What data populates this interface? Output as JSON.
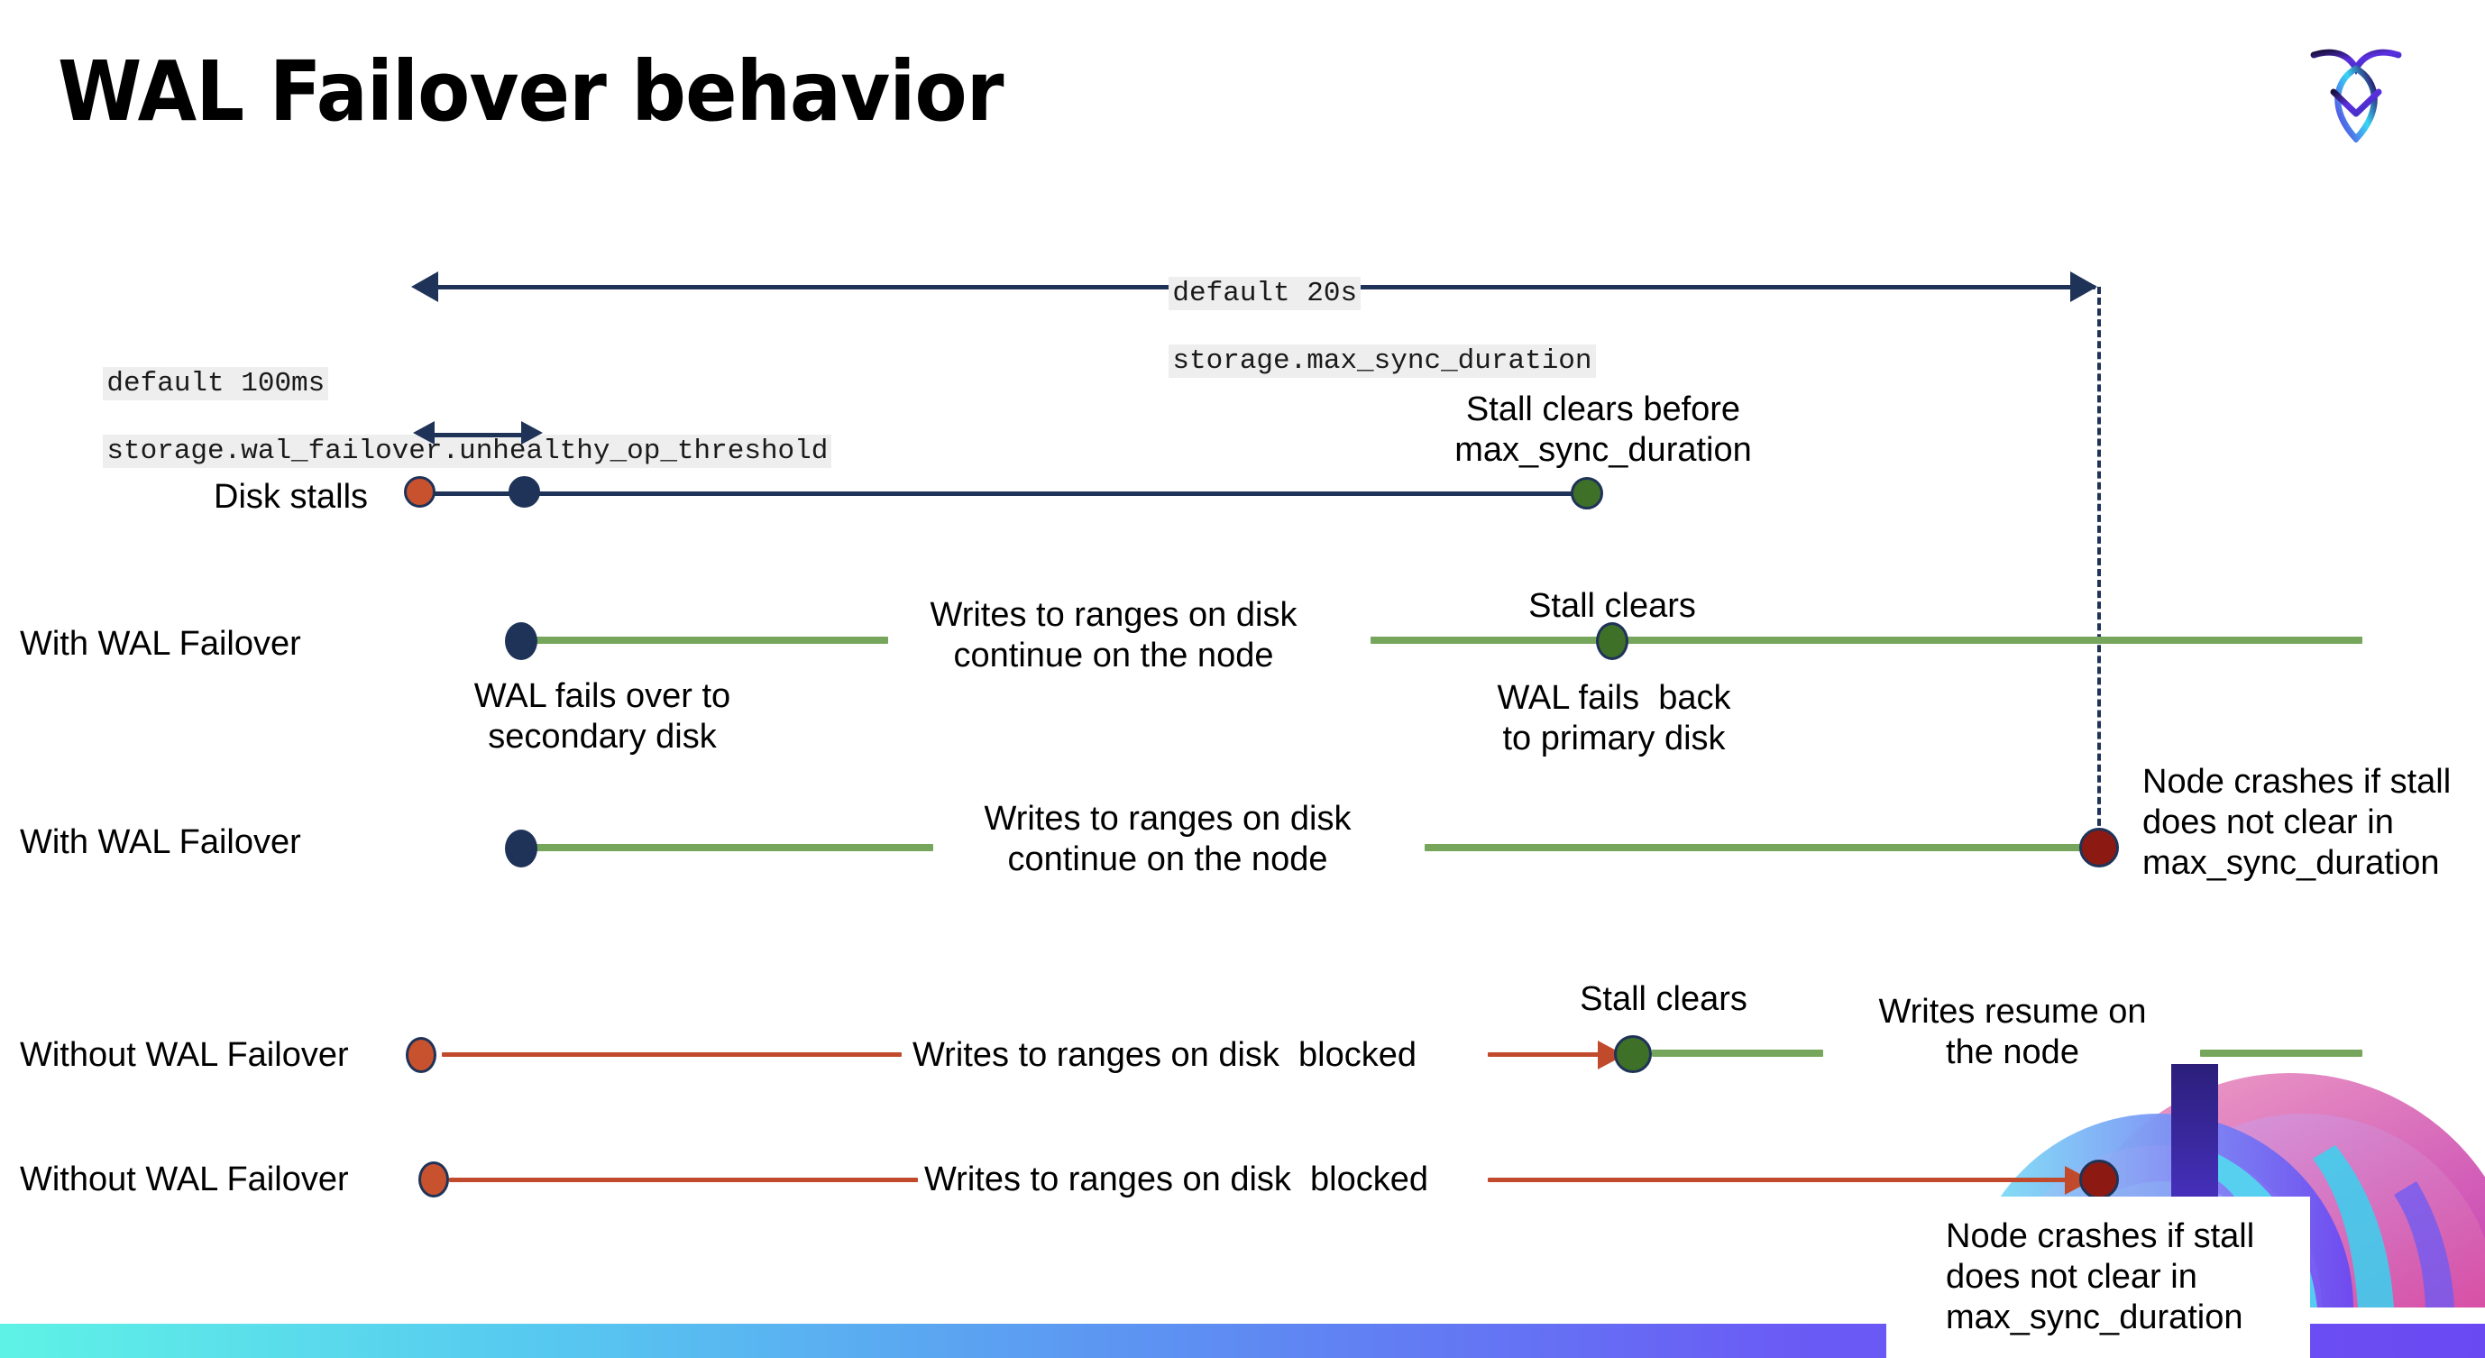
{
  "slide": {
    "title": "WAL Failover behavior",
    "logo_name": "cockroachdb-logo"
  },
  "annotations": {
    "threshold": {
      "default_line": "default 100ms",
      "setting_line": "storage.wal_failover.unhealthy_op_threshold"
    },
    "max_sync": {
      "default_line": "default 20s",
      "setting_line": "storage.max_sync_duration"
    }
  },
  "rows": [
    {
      "id": "disk-stalls",
      "name": "Disk stalls",
      "notes": [
        "Stall clears before\nmax_sync_duration"
      ]
    },
    {
      "id": "with-wal-failover-1",
      "name": "With WAL Failover",
      "notes": [
        "Writes to ranges on disk\ncontinue on the node",
        "Stall clears",
        "WAL fails over to\nsecondary disk",
        "WAL fails  back\nto primary disk"
      ]
    },
    {
      "id": "with-wal-failover-2",
      "name": "With WAL Failover",
      "notes": [
        "Writes to ranges on disk\ncontinue on the node",
        "Node crashes if stall\ndoes not clear in\nmax_sync_duration"
      ]
    },
    {
      "id": "without-wal-failover-1",
      "name": "Without WAL Failover",
      "notes": [
        "Writes to ranges on disk  blocked",
        "Stall clears",
        "Writes resume on\nthe node"
      ]
    },
    {
      "id": "without-wal-failover-2",
      "name": "Without WAL Failover",
      "notes": [
        "Writes to ranges on disk  blocked",
        "Node crashes if stall\ndoes not clear in\nmax_sync_duration"
      ]
    }
  ],
  "labels": {
    "disk_stalls": "Disk stalls",
    "with_wal_failover": "With WAL Failover",
    "without_wal_failover": "Without WAL Failover",
    "stall_clears_before": "Stall clears before\nmax_sync_duration",
    "stall_clears": "Stall clears",
    "writes_continue": "Writes to ranges on disk\ncontinue on the node",
    "wal_fails_over": "WAL fails over to\nsecondary disk",
    "wal_fails_back": "WAL fails  back\nto primary disk",
    "node_crashes": "Node crashes if stall\ndoes not clear in\nmax_sync_duration",
    "writes_blocked": "Writes to ranges on disk  blocked",
    "writes_resume": "Writes resume on\nthe node"
  },
  "colors": {
    "navy": "#1f3358",
    "green_line": "#76a65c",
    "red_line": "#c04a2b",
    "dot_orange": "#c9522e",
    "dot_green": "#3e7028",
    "dot_darkred": "#8c1a13",
    "code_bg": "#eeeeee"
  }
}
